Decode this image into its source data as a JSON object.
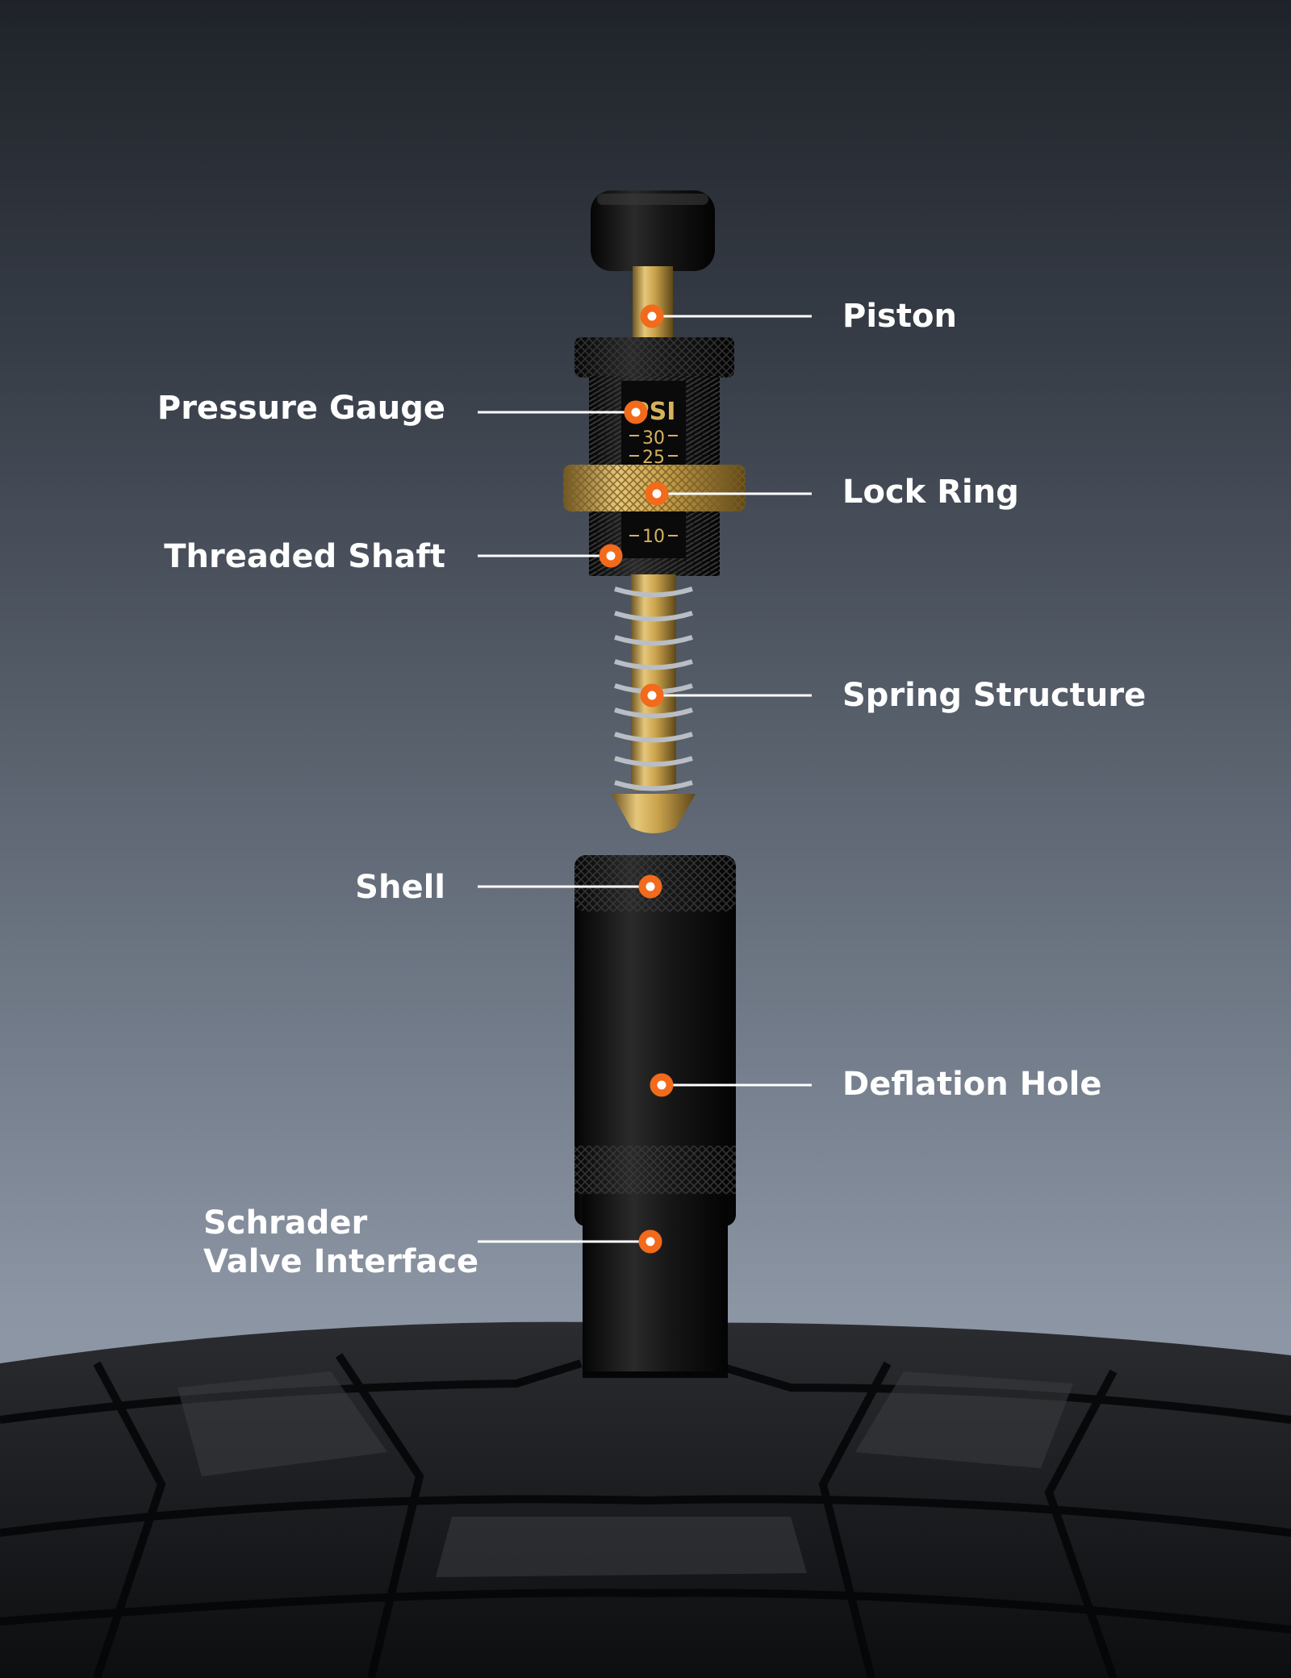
{
  "title": "",
  "labels": {
    "piston": "Piston",
    "pressure_gauge": "Pressure Gauge",
    "lock_ring": "Lock Ring",
    "threaded_shaft": "Threaded Shaft",
    "spring_structure": "Spring Structure",
    "shell": "Shell",
    "deflation_hole": "Deflation Hole",
    "schrader_valve_interface": [
      "Schrader",
      "Valve Interface"
    ]
  },
  "gauge_scale": {
    "unit": "PSI",
    "marks": [
      "30",
      "25",
      "10"
    ]
  },
  "colors": {
    "accent": "#f26a1b",
    "brass": "#c9a24c",
    "body": "#121212",
    "label": "#ffffff"
  }
}
